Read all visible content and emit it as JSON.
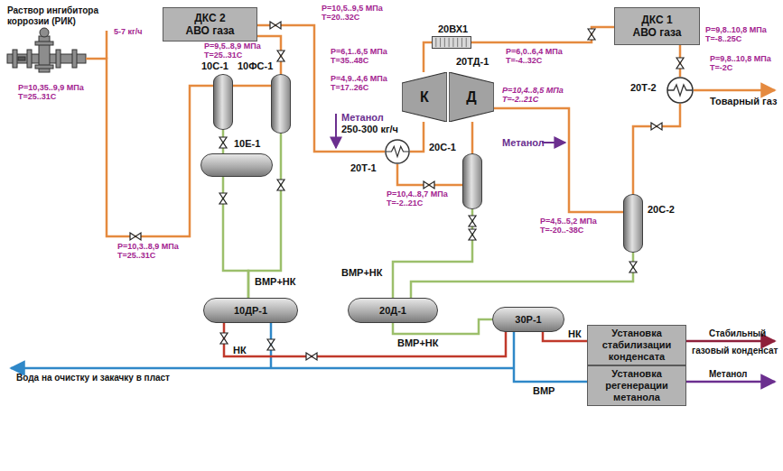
{
  "diagram": {
    "nodes": [
      {
        "text": [
          "ДКС 2",
          "АВО газа"
        ]
      },
      {
        "text": [
          "10С-1"
        ]
      },
      {
        "text": [
          "10ФС-1"
        ]
      },
      {
        "text": [
          "10Е-1"
        ]
      },
      {
        "text": [
          "К"
        ]
      },
      {
        "text": [
          "Д"
        ]
      },
      {
        "text": [
          "20ВХ1"
        ]
      },
      {
        "text": [
          "ДКС 1",
          "АВО газа"
        ]
      },
      {
        "text": [
          "20Т-1"
        ]
      },
      {
        "text": [
          "20С-1"
        ]
      },
      {
        "text": [
          "20Т-2"
        ]
      },
      {
        "text": [
          "20С-2"
        ]
      },
      {
        "text": [
          "10ДР-1"
        ]
      },
      {
        "text": [
          "20Д-1"
        ]
      },
      {
        "text": [
          "30Р-1"
        ]
      },
      {
        "text": [
          "Установка стабилизации конденсата"
        ]
      },
      {
        "text": [
          "Установка регенерации метанола"
        ]
      }
    ],
    "edges": [
      {
        "from": 1,
        "to": 2,
        "arrow": "none"
      },
      {
        "from": 2,
        "to": 0,
        "arrow": "none"
      },
      {
        "from": 0,
        "to": 8,
        "arrow": "none"
      },
      {
        "from": 8,
        "to": 9,
        "arrow": "none"
      },
      {
        "from": 9,
        "to": 5,
        "arrow": "none"
      },
      {
        "from": 8,
        "to": 4,
        "arrow": "none"
      },
      {
        "from": 4,
        "to": 6,
        "arrow": "none"
      },
      {
        "from": 6,
        "to": 7,
        "arrow": "none"
      },
      {
        "from": 7,
        "to": 10,
        "arrow": "none"
      },
      {
        "from": 5,
        "to": 11,
        "arrow": "none"
      },
      {
        "from": 11,
        "to": 10,
        "arrow": "none"
      },
      {
        "from": 1,
        "to": 3,
        "arrow": "none"
      },
      {
        "from": 3,
        "to": 12,
        "arrow": "none"
      },
      {
        "from": 2,
        "to": 12,
        "arrow": "none"
      },
      {
        "from": 9,
        "to": 13,
        "arrow": "none"
      },
      {
        "from": 11,
        "to": 13,
        "arrow": "none"
      },
      {
        "from": 13,
        "to": 14,
        "arrow": "none"
      },
      {
        "from": 12,
        "to": 14,
        "arrow": "none"
      },
      {
        "from": 14,
        "to": 15,
        "arrow": "none"
      },
      {
        "from": 14,
        "to": 16,
        "arrow": "none"
      }
    ],
    "labels": [
      "Раствор ингибитора коррозии (РИК)",
      "5-7 кг/ч",
      "P=10,35..9,9 МПа",
      "T=25..31C",
      "P=10,3..8,9 МПа",
      "T=25..31C",
      "P=10,5..9,5 МПа",
      "T=20..32C",
      "P=9,5..8,9 МПа",
      "T=25..31C",
      "P=6,1..6,5 МПа",
      "T=35..48C",
      "P=4,9..4,6 МПа",
      "T=17..26C",
      "20ТД-1",
      "Метанол",
      "250-300 кг/ч",
      "P=9,8..10,8 МПа",
      "T=-8..25C",
      "P=6,0..6,4 МПа",
      "T=-4..32C",
      "P=10,4..8,5 МПа",
      "T=-2..21C",
      "P=9,8..10,8 МПа",
      "T=-2C",
      "Товарный газ",
      "Метанол",
      "P=4,5..5,2 МПа",
      "T=-20..-38C",
      "P=10,4..8,7 МПа",
      "T=-2..21C",
      "ВМР+НК",
      "ВМР+НК",
      "ВМР+НК",
      "НК",
      "НК",
      "ВМР",
      "Стабильный",
      "газовый конденсат",
      "Метанол",
      "Вода на очистку и закачку в пласт"
    ]
  }
}
